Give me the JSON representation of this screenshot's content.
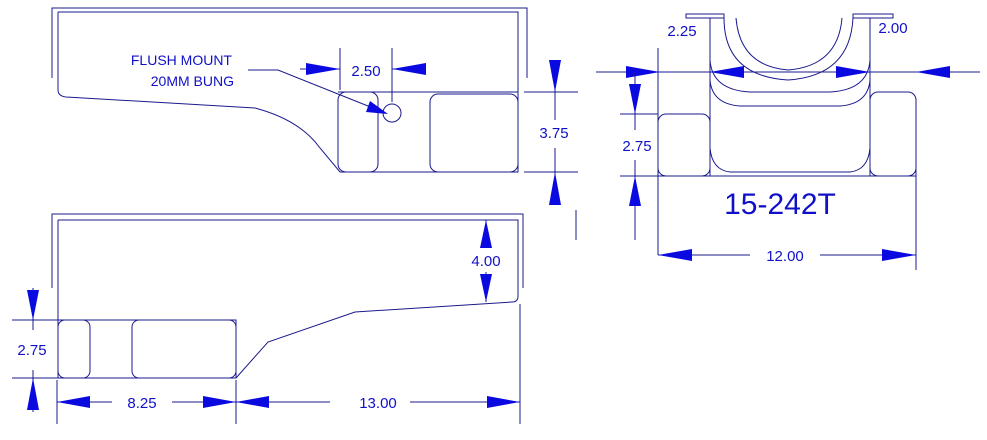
{
  "part_number": "15-242T",
  "note": {
    "line1": "FLUSH MOUNT",
    "line2": "20MM BUNG"
  },
  "dimensions": {
    "side_bung_offset": "2.50",
    "side_height": "3.75",
    "bottom_depth": "4.00",
    "bottom_sump_height": "2.75",
    "bottom_sump_length": "8.25",
    "bottom_front_length": "13.00",
    "end_flange_left": "2.25",
    "end_flange_right": "2.00",
    "end_sump_height": "2.75",
    "end_width": "12.00"
  },
  "colors": {
    "outline": "#1a1a8c",
    "dimension": "#1010c8",
    "arrow": "#0a0ae0"
  }
}
